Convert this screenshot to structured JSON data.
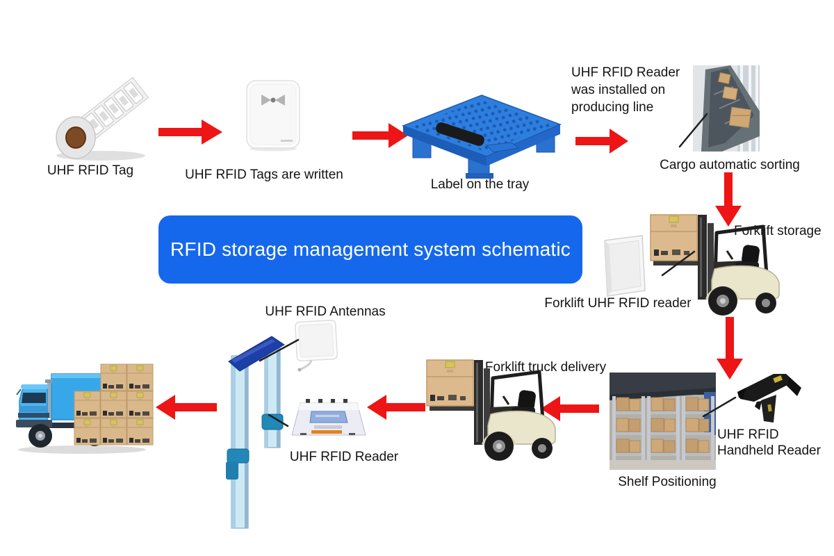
{
  "title_banner": {
    "label": "RFID storage management system schematic"
  },
  "colors": {
    "arrow_red": "#ed1515",
    "banner_blue": "#1568ec"
  },
  "labels": {
    "tag_roll": "UHF RFID Tag",
    "writer": "UHF RFID Tags are written",
    "pallet": "Label on the tray",
    "producing_line_note": "UHF RFID Reader\nwas installed on\nproducing line",
    "sorting": "Cargo automatic sorting",
    "forklift_storage": "Forklift storage",
    "forklift_reader": "Forklift UHF RFID reader",
    "forklift_delivery": "Forklift truck delivery",
    "shelf": "Shelf Positioning",
    "handheld": "UHF RFID\nHandheld Reader",
    "antennas": "UHF RFID Antennas",
    "gate_reader": "UHF RFID Reader"
  }
}
